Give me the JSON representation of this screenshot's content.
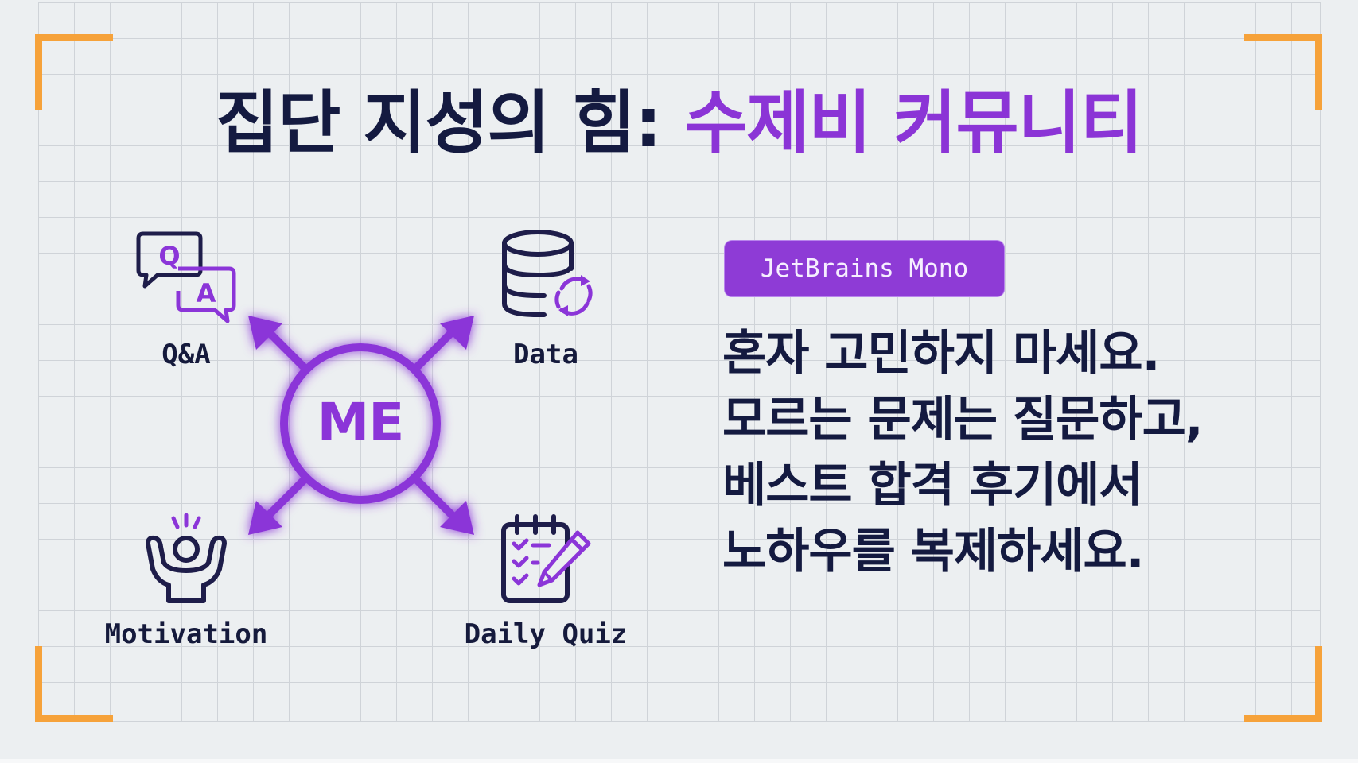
{
  "slide": {
    "title": {
      "prefix": "집단 지성의 힘: ",
      "highlight": "수제비 커뮤니티"
    },
    "hub": {
      "center_label": "ME",
      "nodes": [
        {
          "id": "qa",
          "label": "Q&A",
          "icon": "qa-chat-bubbles-icon"
        },
        {
          "id": "data",
          "label": "Data",
          "icon": "database-sync-icon"
        },
        {
          "id": "motivation",
          "label": "Motivation",
          "icon": "person-cheering-icon"
        },
        {
          "id": "quiz",
          "label": "Daily Quiz",
          "icon": "checklist-pencil-icon"
        }
      ]
    },
    "badge": {
      "label": "JetBrains Mono"
    },
    "body_lines": [
      "혼자 고민하지 마세요.",
      "모르는 문제는 질문하고,",
      "베스트 합격 후기에서",
      "노하우를 복제하세요."
    ]
  },
  "colors": {
    "navy": "#141a40",
    "purple": "#8b35d8",
    "orange_accent": "#f6a23a",
    "background": "#eceff1",
    "grid_line": "#cfd3d8"
  }
}
